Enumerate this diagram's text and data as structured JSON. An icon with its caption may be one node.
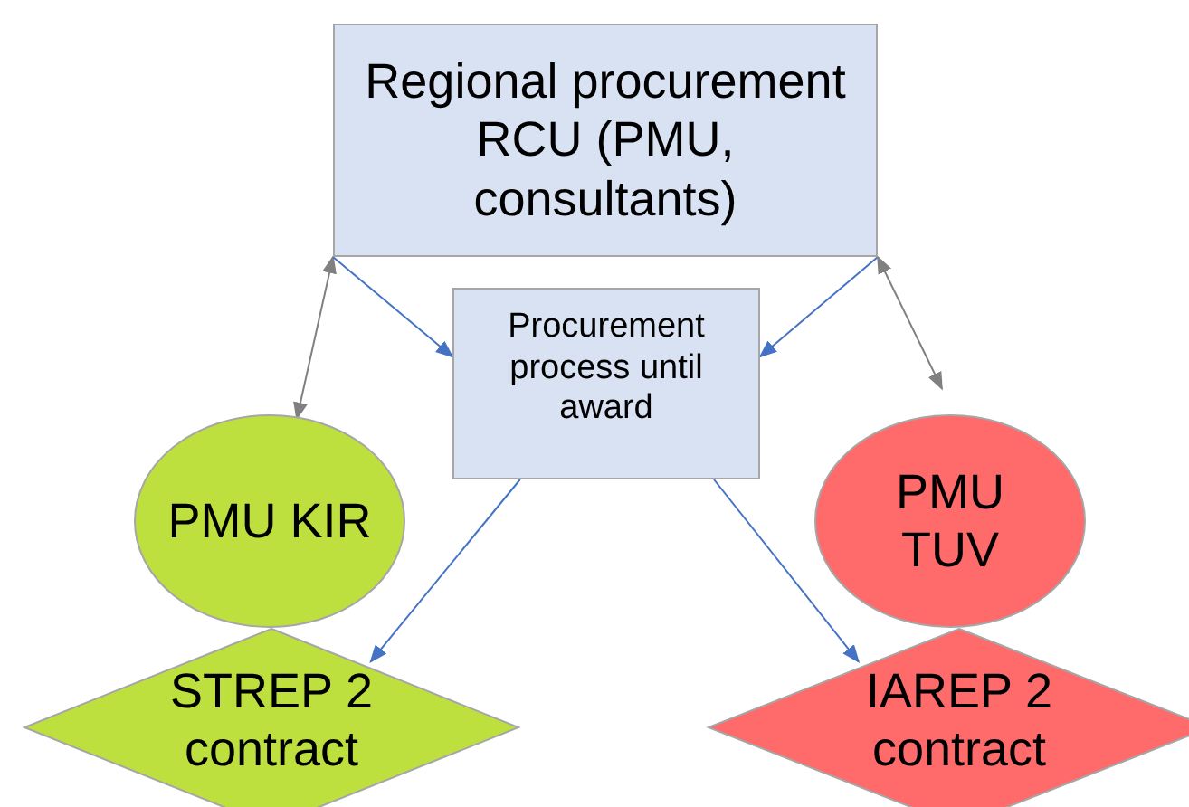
{
  "diagram": {
    "nodes": [
      {
        "text": [
          "Regional procurement RCU (PMU, consultants)"
        ]
      },
      {
        "text": [
          "Procurement process until award"
        ]
      },
      {
        "text": [
          "PMU KIR"
        ]
      },
      {
        "text": [
          "PMU TUV"
        ]
      },
      {
        "text": [
          "STREP 2 contract"
        ]
      },
      {
        "text": [
          "IAREP 2 contract"
        ]
      }
    ],
    "edges": [
      {
        "from": 0,
        "to": 2,
        "arrow": "both",
        "color": "#808080"
      },
      {
        "from": 0,
        "to": 1,
        "arrow": "to"
      },
      {
        "from": 0,
        "to": 1,
        "arrow": "to"
      },
      {
        "from": 0,
        "to": 3,
        "arrow": "both",
        "color": "#808080"
      },
      {
        "from": 1,
        "to": 4,
        "arrow": "to"
      },
      {
        "from": 1,
        "to": 5,
        "arrow": "to"
      }
    ]
  }
}
